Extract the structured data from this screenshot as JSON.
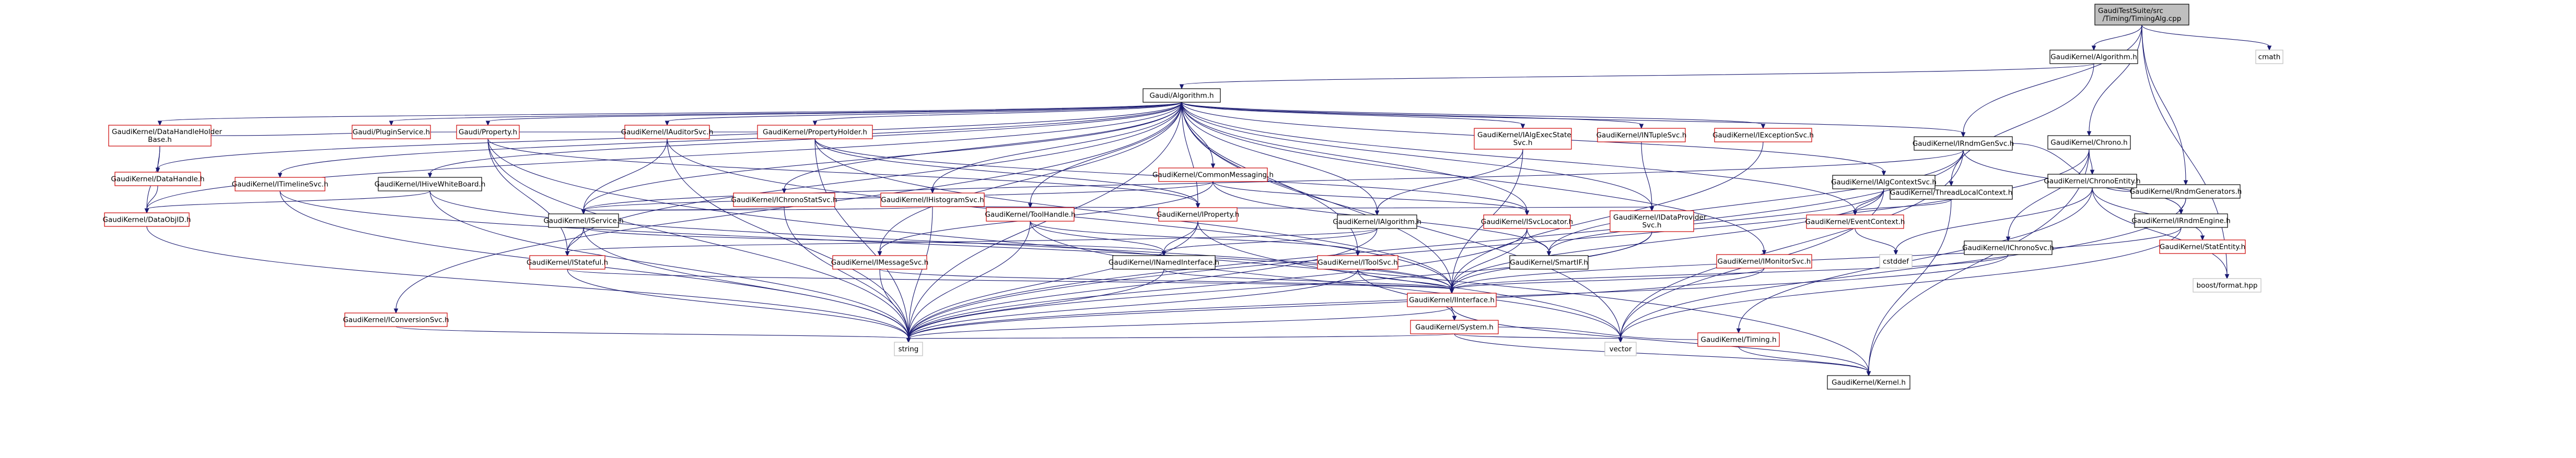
{
  "nodes": [
    {
      "id": "tt",
      "lines": [
        "GaudiTestSuite/src",
        "/Timing/TimingAlg.cpp"
      ],
      "kind": "root"
    },
    {
      "id": "alg",
      "lines": [
        "GaudiKernel/Algorithm.h"
      ],
      "kind": "black"
    },
    {
      "id": "cmath",
      "lines": [
        "cmath"
      ],
      "kind": "gray"
    },
    {
      "id": "galgh",
      "lines": [
        "Gaudi/Algorithm.h"
      ],
      "kind": "black"
    },
    {
      "id": "tlc",
      "lines": [
        "GaudiKernel/ThreadLocalContext.h"
      ],
      "kind": "black"
    },
    {
      "id": "chrono",
      "lines": [
        "GaudiKernel/Chrono.h"
      ],
      "kind": "black"
    },
    {
      "id": "rndmgen",
      "lines": [
        "GaudiKernel/RndmGenerators.h"
      ],
      "kind": "black"
    },
    {
      "id": "boostfmt",
      "lines": [
        "boost/format.hpp"
      ],
      "kind": "gray"
    },
    {
      "id": "dhb",
      "lines": [
        "GaudiKernel/DataHandleHolder",
        "Base.h"
      ],
      "kind": "red"
    },
    {
      "id": "dh",
      "lines": [
        "GaudiKernel/DataHandle.h"
      ],
      "kind": "red"
    },
    {
      "id": "plugin",
      "lines": [
        "Gaudi/PluginService.h"
      ],
      "kind": "red"
    },
    {
      "id": "property",
      "lines": [
        "Gaudi/Property.h"
      ],
      "kind": "red"
    },
    {
      "id": "ph",
      "lines": [
        "GaudiKernel/PropertyHolder.h"
      ],
      "kind": "red"
    },
    {
      "id": "cm",
      "lines": [
        "GaudiKernel/CommonMessaging.h"
      ],
      "kind": "red"
    },
    {
      "id": "iauditor",
      "lines": [
        "GaudiKernel/IAuditorSvc.h"
      ],
      "kind": "red"
    },
    {
      "id": "ichronostat",
      "lines": [
        "GaudiKernel/IChronoStatSvc.h"
      ],
      "kind": "red"
    },
    {
      "id": "ihisto",
      "lines": [
        "GaudiKernel/IHistogramSvc.h"
      ],
      "kind": "red"
    },
    {
      "id": "iwhiteboard",
      "lines": [
        "GaudiKernel/IHiveWhiteBoard.h"
      ],
      "kind": "black"
    },
    {
      "id": "itimeline",
      "lines": [
        "GaudiKernel/ITimelineSvc.h"
      ],
      "kind": "red"
    },
    {
      "id": "idataobjid",
      "lines": [
        "GaudiKernel/DataObjID.h"
      ],
      "kind": "red"
    },
    {
      "id": "ialgexec",
      "lines": [
        "GaudiKernel/IAlgExecState",
        "Svc.h"
      ],
      "kind": "red"
    },
    {
      "id": "intuple",
      "lines": [
        "GaudiKernel/INTupleSvc.h"
      ],
      "kind": "red"
    },
    {
      "id": "iexception",
      "lines": [
        "GaudiKernel/IExceptionSvc.h"
      ],
      "kind": "red"
    },
    {
      "id": "ialgctx",
      "lines": [
        "GaudiKernel/IAlgContextSvc.h"
      ],
      "kind": "black"
    },
    {
      "id": "irndmgen",
      "lines": [
        "GaudiKernel/IRndmGenSvc.h"
      ],
      "kind": "black"
    },
    {
      "id": "ichronoent",
      "lines": [
        "GaudiKernel/ChronoEntity.h"
      ],
      "kind": "black"
    },
    {
      "id": "iservice",
      "lines": [
        "GaudiKernel/IService.h"
      ],
      "kind": "black"
    },
    {
      "id": "iproperty",
      "lines": [
        "GaudiKernel/IProperty.h"
      ],
      "kind": "red"
    },
    {
      "id": "toolhandle",
      "lines": [
        "GaudiKernel/ToolHandle.h"
      ],
      "kind": "red"
    },
    {
      "id": "ialgorithm",
      "lines": [
        "GaudiKernel/IAlgorithm.h"
      ],
      "kind": "black"
    },
    {
      "id": "isvcloc",
      "lines": [
        "GaudiKernel/ISvcLocator.h"
      ],
      "kind": "red"
    },
    {
      "id": "idataprov",
      "lines": [
        "GaudiKernel/IDataProvider",
        "Svc.h"
      ],
      "kind": "red"
    },
    {
      "id": "eventctx",
      "lines": [
        "GaudiKernel/EventContext.h"
      ],
      "kind": "red"
    },
    {
      "id": "irndmeng",
      "lines": [
        "GaudiKernel/IRndmEngine.h"
      ],
      "kind": "black"
    },
    {
      "id": "ichronosvc",
      "lines": [
        "GaudiKernel/IChronoSvc.h"
      ],
      "kind": "black"
    },
    {
      "id": "istatent",
      "lines": [
        "GaudiKernel/StatEntity.h"
      ],
      "kind": "red"
    },
    {
      "id": "istateful",
      "lines": [
        "GaudiKernel/IStateful.h"
      ],
      "kind": "red"
    },
    {
      "id": "imessage",
      "lines": [
        "GaudiKernel/IMessageSvc.h"
      ],
      "kind": "red"
    },
    {
      "id": "inamed",
      "lines": [
        "GaudiKernel/INamedInterface.h"
      ],
      "kind": "black"
    },
    {
      "id": "itoolsvc",
      "lines": [
        "GaudiKernel/IToolSvc.h"
      ],
      "kind": "red"
    },
    {
      "id": "smartif",
      "lines": [
        "GaudiKernel/SmartIF.h"
      ],
      "kind": "black"
    },
    {
      "id": "imonitor",
      "lines": [
        "GaudiKernel/IMonitorSvc.h"
      ],
      "kind": "red"
    },
    {
      "id": "cstddef",
      "lines": [
        "cstddef"
      ],
      "kind": "gray"
    },
    {
      "id": "iconversion",
      "lines": [
        "GaudiKernel/IConversionSvc.h"
      ],
      "kind": "red"
    },
    {
      "id": "iinterface",
      "lines": [
        "GaudiKernel/IInterface.h"
      ],
      "kind": "red"
    },
    {
      "id": "system",
      "lines": [
        "GaudiKernel/System.h"
      ],
      "kind": "red"
    },
    {
      "id": "timing",
      "lines": [
        "GaudiKernel/Timing.h"
      ],
      "kind": "red"
    },
    {
      "id": "string",
      "lines": [
        "string"
      ],
      "kind": "gray"
    },
    {
      "id": "vector",
      "lines": [
        "vector"
      ],
      "kind": "gray"
    },
    {
      "id": "kernel",
      "lines": [
        "GaudiKernel/Kernel.h"
      ],
      "kind": "black"
    }
  ],
  "edges": [
    [
      "tt",
      "alg"
    ],
    [
      "tt",
      "cmath"
    ],
    [
      "tt",
      "chrono"
    ],
    [
      "tt",
      "rndmgen"
    ],
    [
      "tt",
      "boostfmt"
    ],
    [
      "tt",
      "irndmgen"
    ],
    [
      "alg",
      "galgh"
    ],
    [
      "alg",
      "tlc"
    ],
    [
      "tlc",
      "eventctx"
    ],
    [
      "tlc",
      "kernel"
    ],
    [
      "chrono",
      "ichronoent"
    ],
    [
      "chrono",
      "ichronosvc"
    ],
    [
      "chrono",
      "string"
    ],
    [
      "chrono",
      "kernel"
    ],
    [
      "rndmgen",
      "irndmgen"
    ],
    [
      "rndmgen",
      "vector"
    ],
    [
      "rndmgen",
      "irndmeng"
    ],
    [
      "ichronoent",
      "istatent"
    ],
    [
      "ichronoent",
      "timing"
    ],
    [
      "ichronoent",
      "boostfmt"
    ],
    [
      "ichronoent",
      "cstddef"
    ],
    [
      "galgh",
      "dhb"
    ],
    [
      "galgh",
      "dh"
    ],
    [
      "galgh",
      "plugin"
    ],
    [
      "galgh",
      "property"
    ],
    [
      "galgh",
      "ph"
    ],
    [
      "galgh",
      "cm"
    ],
    [
      "galgh",
      "iauditor"
    ],
    [
      "galgh",
      "ichronostat"
    ],
    [
      "galgh",
      "ihisto"
    ],
    [
      "galgh",
      "iwhiteboard"
    ],
    [
      "galgh",
      "itimeline"
    ],
    [
      "galgh",
      "idataobjid"
    ],
    [
      "galgh",
      "ialgexec"
    ],
    [
      "galgh",
      "intuple"
    ],
    [
      "galgh",
      "iexception"
    ],
    [
      "galgh",
      "ialgctx"
    ],
    [
      "galgh",
      "irndmgen"
    ],
    [
      "galgh",
      "iservice"
    ],
    [
      "galgh",
      "iproperty"
    ],
    [
      "galgh",
      "toolhandle"
    ],
    [
      "galgh",
      "ialgorithm"
    ],
    [
      "galgh",
      "isvcloc"
    ],
    [
      "galgh",
      "idataprov"
    ],
    [
      "galgh",
      "eventctx"
    ],
    [
      "galgh",
      "imessage"
    ],
    [
      "galgh",
      "itoolsvc"
    ],
    [
      "galgh",
      "imonitor"
    ],
    [
      "galgh",
      "iconversion"
    ],
    [
      "galgh",
      "string"
    ],
    [
      "galgh",
      "vector"
    ],
    [
      "galgh",
      "istateful"
    ],
    [
      "galgh",
      "iinterface"
    ],
    [
      "dhb",
      "dh"
    ],
    [
      "dhb",
      "idataobjid"
    ],
    [
      "dhb",
      "property"
    ],
    [
      "dh",
      "idataobjid"
    ],
    [
      "property",
      "iproperty"
    ],
    [
      "property",
      "string"
    ],
    [
      "property",
      "istateful"
    ],
    [
      "property",
      "kernel"
    ],
    [
      "ph",
      "iproperty"
    ],
    [
      "ph",
      "property"
    ],
    [
      "ph",
      "isvcloc"
    ],
    [
      "ph",
      "iinterface"
    ],
    [
      "ph",
      "string"
    ],
    [
      "cm",
      "imessage"
    ],
    [
      "cm",
      "isvcloc"
    ],
    [
      "cm",
      "iservice"
    ],
    [
      "cm",
      "smartif"
    ],
    [
      "iauditor",
      "iservice"
    ],
    [
      "iauditor",
      "string"
    ],
    [
      "iauditor",
      "iinterface"
    ],
    [
      "ichronostat",
      "iservice"
    ],
    [
      "ichronostat",
      "string"
    ],
    [
      "ihisto",
      "iservice"
    ],
    [
      "ihisto",
      "idataprov"
    ],
    [
      "ihisto",
      "string"
    ],
    [
      "iwhiteboard",
      "iinterface"
    ],
    [
      "iwhiteboard",
      "idataobjid"
    ],
    [
      "iwhiteboard",
      "string"
    ],
    [
      "itimeline",
      "iinterface"
    ],
    [
      "itimeline",
      "string"
    ],
    [
      "idataobjid",
      "string"
    ],
    [
      "ialgexec",
      "ialgorithm"
    ],
    [
      "ialgexec",
      "iinterface"
    ],
    [
      "intuple",
      "idataprov"
    ],
    [
      "iexception",
      "iinterface"
    ],
    [
      "ialgctx",
      "iinterface"
    ],
    [
      "ialgctx",
      "eventctx"
    ],
    [
      "ialgctx",
      "vector"
    ],
    [
      "ialgctx",
      "smartif"
    ],
    [
      "irndmgen",
      "iservice"
    ],
    [
      "irndmgen",
      "irndmeng"
    ],
    [
      "irndmgen",
      "vector"
    ],
    [
      "irndmgen",
      "string"
    ],
    [
      "irndmgen",
      "smartif"
    ],
    [
      "iservice",
      "istateful"
    ],
    [
      "iservice",
      "inamed"
    ],
    [
      "iservice",
      "string"
    ],
    [
      "iproperty",
      "inamed"
    ],
    [
      "iproperty",
      "string"
    ],
    [
      "iproperty",
      "vector"
    ],
    [
      "toolhandle",
      "inamed"
    ],
    [
      "toolhandle",
      "itoolsvc"
    ],
    [
      "toolhandle",
      "string"
    ],
    [
      "toolhandle",
      "vector"
    ],
    [
      "ialgorithm",
      "inamed"
    ],
    [
      "ialgorithm",
      "istateful"
    ],
    [
      "ialgorithm",
      "string"
    ],
    [
      "isvcloc",
      "iinterface"
    ],
    [
      "isvcloc",
      "smartif"
    ],
    [
      "isvcloc",
      "string"
    ],
    [
      "idataprov",
      "iinterface"
    ],
    [
      "idataprov",
      "string"
    ],
    [
      "eventctx",
      "cstddef"
    ],
    [
      "irndmeng",
      "iinterface"
    ],
    [
      "irndmeng",
      "vector"
    ],
    [
      "ichronosvc",
      "iinterface"
    ],
    [
      "ichronosvc",
      "string"
    ],
    [
      "istateful",
      "iinterface"
    ],
    [
      "istateful",
      "string"
    ],
    [
      "imessage",
      "iinterface"
    ],
    [
      "imessage",
      "string"
    ],
    [
      "inamed",
      "iinterface"
    ],
    [
      "inamed",
      "string"
    ],
    [
      "itoolsvc",
      "iinterface"
    ],
    [
      "itoolsvc",
      "system"
    ],
    [
      "itoolsvc",
      "string"
    ],
    [
      "imonitor",
      "iinterface"
    ],
    [
      "imonitor",
      "string"
    ],
    [
      "iconversion",
      "string"
    ],
    [
      "iinterface",
      "system"
    ],
    [
      "iinterface",
      "kernel"
    ],
    [
      "iinterface",
      "string"
    ],
    [
      "system",
      "kernel"
    ],
    [
      "system",
      "string"
    ],
    [
      "system",
      "vector"
    ],
    [
      "system",
      "timing"
    ],
    [
      "timing",
      "kernel"
    ]
  ]
}
